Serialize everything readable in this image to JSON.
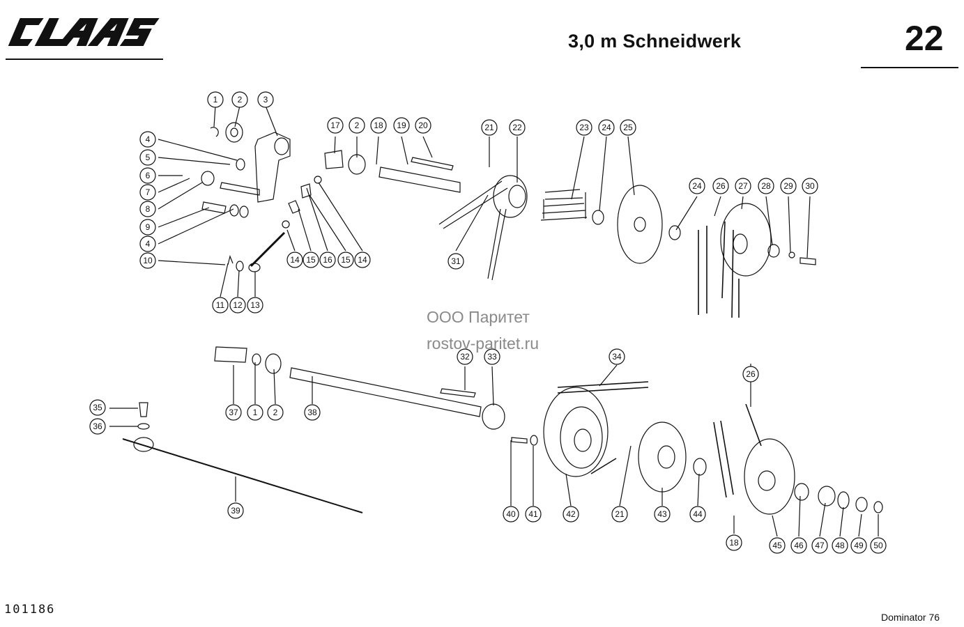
{
  "header": {
    "logo_text": "CLAAS",
    "title": "3,0 m Schneidwerk",
    "page_number": "22"
  },
  "watermark": {
    "line1": "ООО Паритет",
    "line2": "rostov-paritet.ru"
  },
  "footer": {
    "drawing_number": "101186",
    "model": "Dominator 76"
  },
  "callouts": [
    "1",
    "2",
    "3",
    "4",
    "5",
    "6",
    "7",
    "8",
    "9",
    "4",
    "10",
    "11",
    "12",
    "13",
    "14",
    "15",
    "16",
    "15",
    "14",
    "17",
    "2",
    "18",
    "19",
    "20",
    "21",
    "22",
    "31",
    "23",
    "24",
    "25",
    "24",
    "26",
    "27",
    "28",
    "29",
    "30",
    "37",
    "1",
    "2",
    "38",
    "32",
    "33",
    "34",
    "35",
    "36",
    "39",
    "40",
    "41",
    "42",
    "21",
    "43",
    "44",
    "26",
    "18",
    "45",
    "46",
    "47",
    "48",
    "49",
    "50"
  ]
}
